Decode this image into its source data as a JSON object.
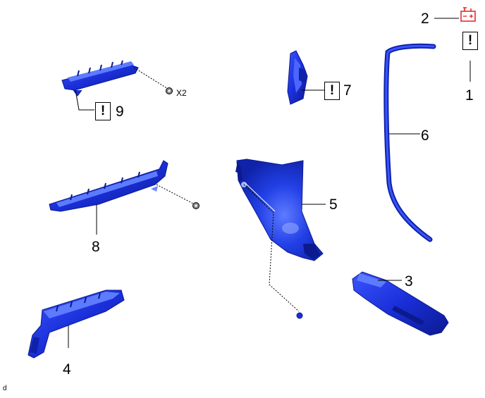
{
  "parts": [
    {
      "number": "1",
      "part": "warning-box"
    },
    {
      "number": "2",
      "part": "battery-terminal"
    },
    {
      "number": "3",
      "part": "step-cover"
    },
    {
      "number": "4",
      "part": "lower-scuff"
    },
    {
      "number": "5",
      "part": "center-pillar-lower-garnish"
    },
    {
      "number": "6",
      "part": "door-weatherstrip"
    },
    {
      "number": "7",
      "part": "upper-clip-bracket"
    },
    {
      "number": "8",
      "part": "front-scuff-plate"
    },
    {
      "number": "9",
      "part": "rear-scuff-plate"
    }
  ],
  "labels": {
    "n1": "1",
    "n2": "2",
    "n3": "3",
    "n4": "4",
    "n5": "5",
    "n6": "6",
    "n7": "7",
    "n8": "8",
    "n9": "9",
    "qty_bolt": "X2",
    "warn_mark": "!",
    "footer_code": "d"
  },
  "colors": {
    "part_fill": "#1a2fd8",
    "part_dark": "#0b1a8f",
    "part_light": "#6c86ff",
    "battery_icon": "#e02020",
    "line": "#000000"
  }
}
